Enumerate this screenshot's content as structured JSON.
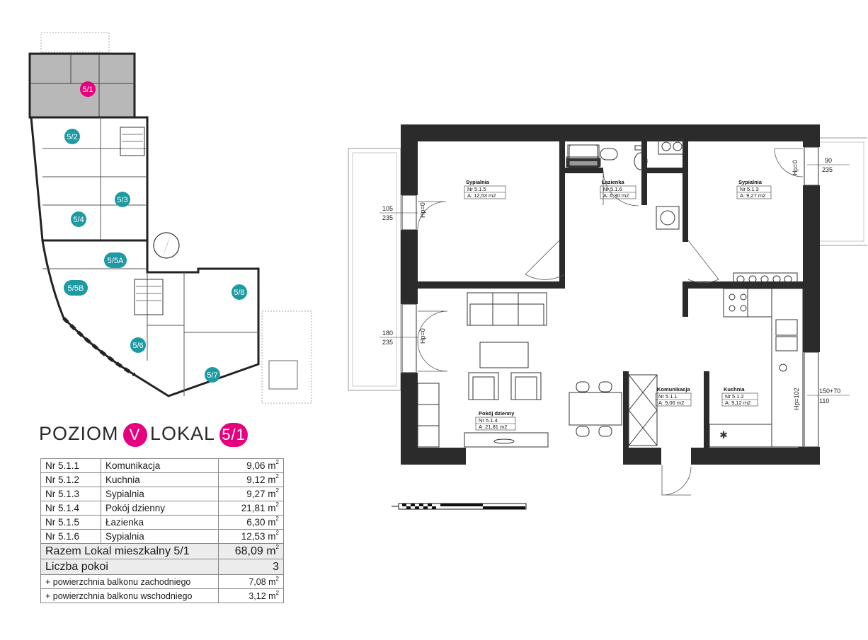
{
  "heading": {
    "level_label": "POZIOM",
    "level_value": "V",
    "unit_label": "LOKAL",
    "unit_value": "5/1"
  },
  "keyplan": {
    "units": [
      "5/1",
      "5/2",
      "5/3",
      "5/4",
      "5/5A",
      "5/5B",
      "5/8",
      "5/6",
      "5/7"
    ],
    "highlight": "5/1"
  },
  "rooms": [
    {
      "name": "Sypialnia",
      "nr": "Nr 5.1.5",
      "area": "A: 12,53 m2"
    },
    {
      "name": "Łazienka",
      "nr": "Nr 5.1.6",
      "area": "A: 6,30 m2"
    },
    {
      "name": "Sypialnia",
      "nr": "Nr 5.1.3",
      "area": "A: 9,27 m2"
    },
    {
      "name": "Pokój dzienny",
      "nr": "Nr 5.1.4",
      "area": "A: 21,81 m2"
    },
    {
      "name": "Komunikacja",
      "nr": "Nr 5.1.1",
      "area": "A: 9,06 m2"
    },
    {
      "name": "Kuchnia",
      "nr": "Nr 5.1.2",
      "area": "A: 9,12 m2"
    }
  ],
  "windows": {
    "w1": {
      "width": "105",
      "height": "235",
      "hp": "Hp=0"
    },
    "w2": {
      "width": "180",
      "height": "235",
      "hp": "Hp=0"
    },
    "w3": {
      "width": "90",
      "height": "235",
      "hp": "Hp=0"
    },
    "w4": {
      "width": "150+70",
      "height": "110",
      "hp": "Hp=102"
    }
  },
  "table": {
    "rows": [
      {
        "nr": "Nr 5.1.1",
        "name": "Komunikacja",
        "area": "9,06 m"
      },
      {
        "nr": "Nr 5.1.2",
        "name": "Kuchnia",
        "area": "9,12 m"
      },
      {
        "nr": "Nr 5.1.3",
        "name": "Sypialnia",
        "area": "9,27 m"
      },
      {
        "nr": "Nr 5.1.4",
        "name": "Pokój dzienny",
        "area": "21,81 m"
      },
      {
        "nr": "Nr 5.1.5",
        "name": "Łazienka",
        "area": "6,30 m"
      },
      {
        "nr": "Nr 5.1.6",
        "name": "Sypialnia",
        "area": "12,53 m"
      }
    ],
    "total_label": "Razem Lokal mieszkalny 5/1",
    "total_value": "68,09 m",
    "rooms_label": "Liczba pokoi",
    "rooms_value": "3",
    "balcony_west_label": "+ powierzchnia balkonu zachodniego",
    "balcony_west_value": "7,08 m",
    "balcony_east_label": "+ powierzchnia balkonu wschodniego",
    "balcony_east_value": "3,12 m",
    "sq": "2"
  },
  "colors": {
    "accent": "#e6007e",
    "teal": "#1e9aa3",
    "wall": "#2b2b2b",
    "highlight_fill": "#b8b8b8"
  }
}
